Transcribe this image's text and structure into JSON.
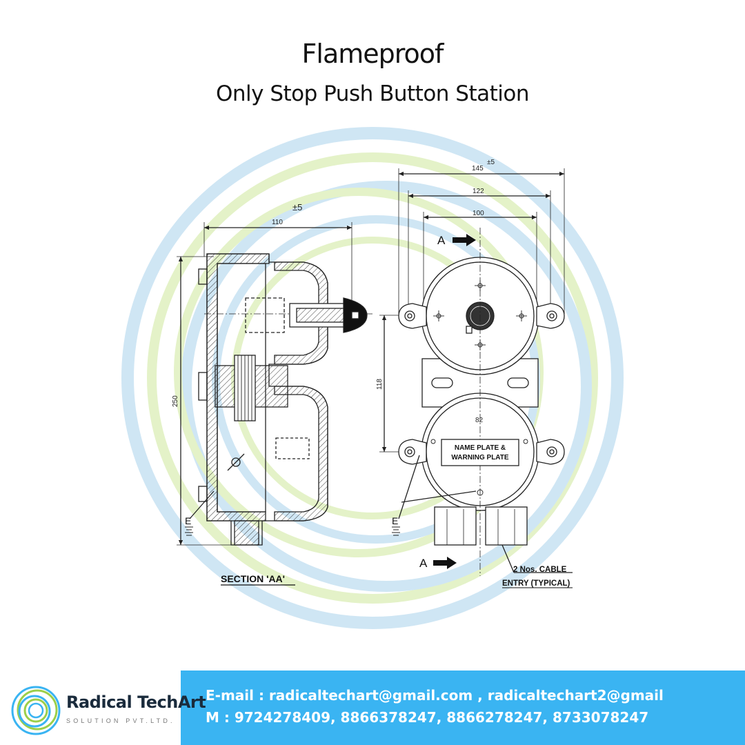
{
  "header": {
    "title": "Flameproof",
    "subtitle": "Only Stop Push Button Station"
  },
  "drawing": {
    "dims": {
      "tol_front": "±5",
      "w145": "145",
      "w122": "122",
      "w100": "100",
      "h118": "118",
      "w82": "82",
      "tol_side": "±5",
      "w110": "110",
      "h250": "250"
    },
    "labels": {
      "section_a_top": "A",
      "section_a_bottom": "A",
      "earth_left": "E",
      "earth_right": "E",
      "name_plate_line1": "NAME PLATE &",
      "name_plate_line2": "WARNING PLATE",
      "section_title": "SECTION 'AA'",
      "cable_line1": "2 Nos. CABLE",
      "cable_line2": "ENTRY (TYPICAL)"
    }
  },
  "colors": {
    "footer_bg": "#3ab4f2",
    "watermark_blue": "#cfe6f4",
    "watermark_green": "#e4f2c8",
    "line": "#222222"
  },
  "footer": {
    "email": "E-mail : radicaltechart@gmail.com , radicaltechart2@gmail",
    "mobile": "M : 9724278409, 8866378247, 8866278247, 8733078247"
  },
  "brand": {
    "name": "Radical TechArt",
    "tagline": "SOLUTION PVT.LTD."
  }
}
